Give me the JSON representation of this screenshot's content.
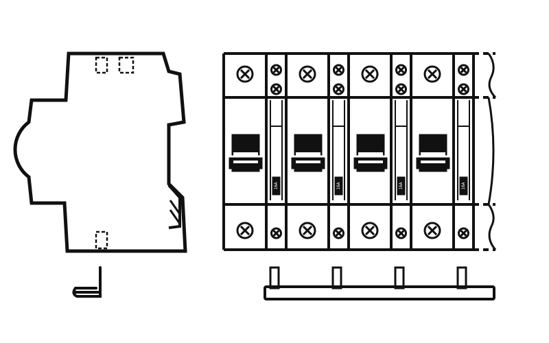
{
  "drawing": {
    "ink_color": "#111111",
    "paper_color": "#ffffff",
    "modules": [
      {
        "label": "16A"
      },
      {
        "label": "16A"
      },
      {
        "label": "16A"
      },
      {
        "label": "16A"
      }
    ]
  }
}
